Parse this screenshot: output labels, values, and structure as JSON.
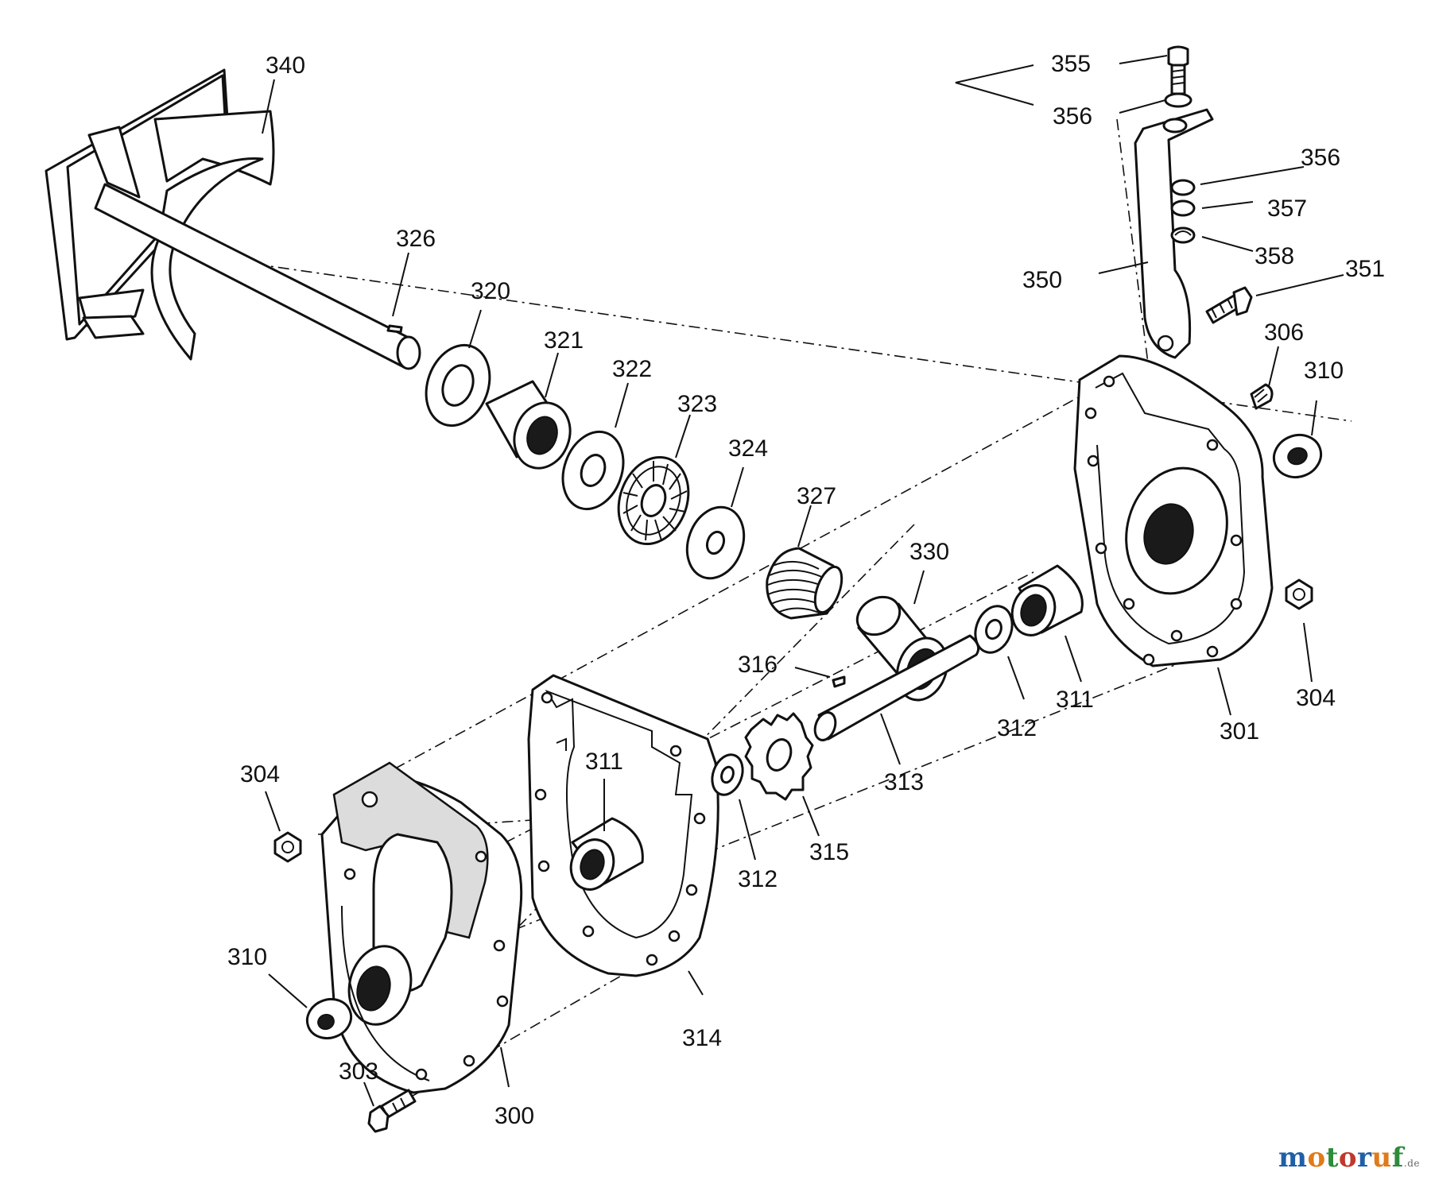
{
  "diagram": {
    "parts": [
      {
        "id": "p340",
        "label": "340"
      },
      {
        "id": "p326",
        "label": "326"
      },
      {
        "id": "p320",
        "label": "320"
      },
      {
        "id": "p321",
        "label": "321"
      },
      {
        "id": "p322",
        "label": "322"
      },
      {
        "id": "p323",
        "label": "323"
      },
      {
        "id": "p324",
        "label": "324"
      },
      {
        "id": "p327",
        "label": "327"
      },
      {
        "id": "p330",
        "label": "330"
      },
      {
        "id": "p316",
        "label": "316"
      },
      {
        "id": "p313",
        "label": "313"
      },
      {
        "id": "p315",
        "label": "315"
      },
      {
        "id": "p312a",
        "label": "312"
      },
      {
        "id": "p312b",
        "label": "312"
      },
      {
        "id": "p311a",
        "label": "311"
      },
      {
        "id": "p311b",
        "label": "311"
      },
      {
        "id": "p314",
        "label": "314"
      },
      {
        "id": "p300",
        "label": "300"
      },
      {
        "id": "p303",
        "label": "303"
      },
      {
        "id": "p310a",
        "label": "310"
      },
      {
        "id": "p304a",
        "label": "304"
      },
      {
        "id": "p301",
        "label": "301"
      },
      {
        "id": "p304b",
        "label": "304"
      },
      {
        "id": "p310b",
        "label": "310"
      },
      {
        "id": "p306",
        "label": "306"
      },
      {
        "id": "p350",
        "label": "350"
      },
      {
        "id": "p351",
        "label": "351"
      },
      {
        "id": "p355",
        "label": "355"
      },
      {
        "id": "p356a",
        "label": "356"
      },
      {
        "id": "p356b",
        "label": "356"
      },
      {
        "id": "p357",
        "label": "357"
      },
      {
        "id": "p358",
        "label": "358"
      }
    ]
  },
  "watermark": {
    "text": "motoruf",
    "suffix": ".de",
    "colors": [
      "#1f5fa8",
      "#e07b1a",
      "#2e8b3a",
      "#c0392b",
      "#1f5fa8",
      "#e07b1a",
      "#2e8b3a"
    ]
  }
}
